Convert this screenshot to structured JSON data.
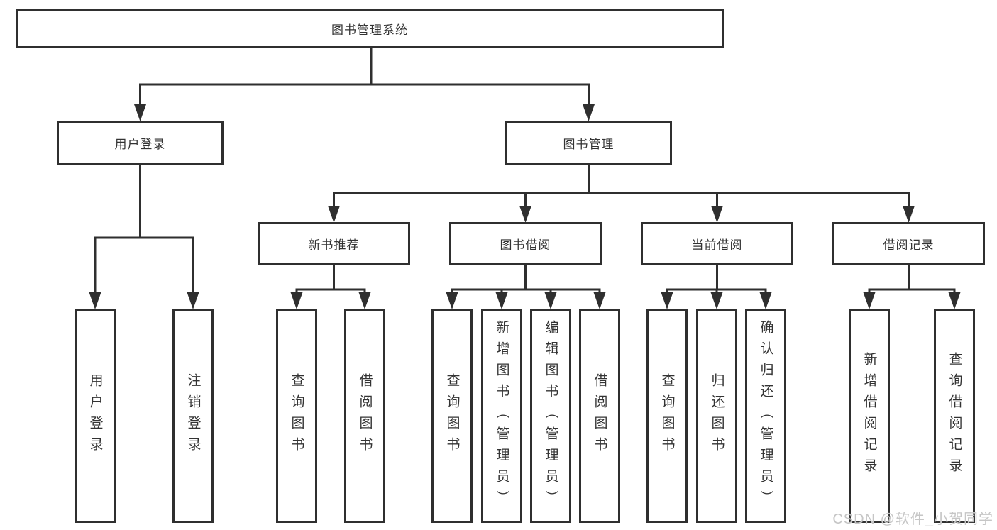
{
  "diagram_title": "图书管理系统",
  "watermark": "CSDN @软件_小贺同学",
  "colors": {
    "line": "#2f2f2f",
    "box_border": "#2f2f2f",
    "text": "#333333",
    "background": "#ffffff",
    "watermark": "#c6c6c6"
  },
  "tree": {
    "label": "图书管理系统",
    "children": [
      {
        "label": "用户登录",
        "children": [
          {
            "label": "用户登录"
          },
          {
            "label": "注销登录"
          }
        ]
      },
      {
        "label": "图书管理",
        "children": [
          {
            "label": "新书推荐",
            "children": [
              {
                "label": "查询图书"
              },
              {
                "label": "借阅图书"
              }
            ]
          },
          {
            "label": "图书借阅",
            "children": [
              {
                "label": "查询图书"
              },
              {
                "label": "新增图书（管理员）"
              },
              {
                "label": "编辑图书（管理员）"
              },
              {
                "label": "借阅图书"
              }
            ]
          },
          {
            "label": "当前借阅",
            "children": [
              {
                "label": "查询图书"
              },
              {
                "label": "归还图书"
              },
              {
                "label": "确认归还（管理员）"
              }
            ]
          },
          {
            "label": "借阅记录",
            "children": [
              {
                "label": "新增借阅记录"
              },
              {
                "label": "查询借阅记录"
              }
            ]
          }
        ]
      }
    ]
  }
}
